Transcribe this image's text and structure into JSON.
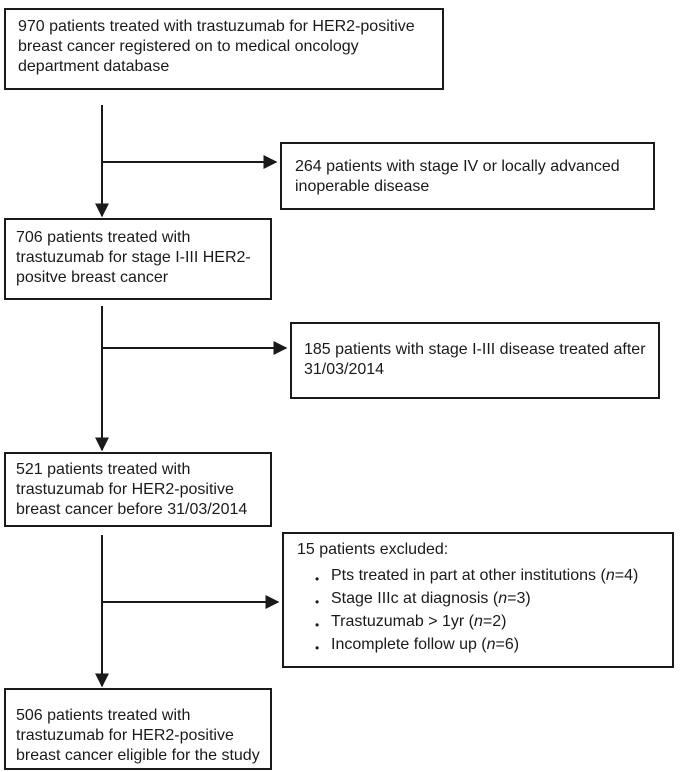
{
  "boxes": {
    "start": "970 patients treated with trastuzumab for HER2-positive breast cancer registered on to medical oncology department database",
    "stage_iv_excluded": "264 patients with stage IV or locally advanced inoperable disease",
    "stage_i_iii": "706 patients treated with trastuzumab for stage I-III HER2-positve breast cancer",
    "late_excluded": "185 patients with stage I-III disease treated after 31/03/2014",
    "before_date": "521 patients treated with trastuzumab for HER2-positive breast cancer before 31/03/2014",
    "final": "506 patients treated with trastuzumab for HER2-positive breast cancer eligible for the study"
  },
  "exclusions": {
    "title": "15 patients excluded:",
    "items": [
      {
        "label": "Pts treated in part at other institutions",
        "n": "4"
      },
      {
        "label": "Stage IIIc at diagnosis",
        "n": "3"
      },
      {
        "label": "Trastuzumab > 1yr",
        "n": "2"
      },
      {
        "label": "Incomplete follow up",
        "n": "6"
      }
    ],
    "n_symbol": "n",
    "bullet": "•"
  }
}
